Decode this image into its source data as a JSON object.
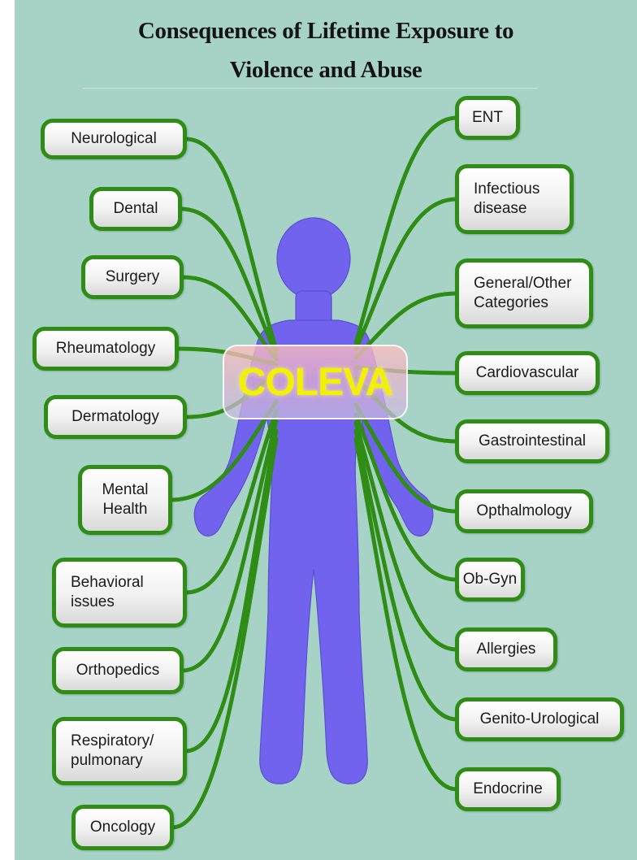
{
  "title": {
    "line1": "Consequences of Lifetime Exposure to",
    "line2": "Violence and Abuse"
  },
  "center_label": "COLEVA",
  "colors": {
    "background": "#a6d3c6",
    "connector": "#2f8d16",
    "figure": "#7163ee",
    "center_text": "#f2f200"
  },
  "left_categories": [
    {
      "label": "Neurological"
    },
    {
      "label": "Dental"
    },
    {
      "label": "Surgery"
    },
    {
      "label": "Rheumatology"
    },
    {
      "label": "Dermatology"
    },
    {
      "label": "Mental\nHealth"
    },
    {
      "label": "Behavioral\nissues"
    },
    {
      "label": "Orthopedics"
    },
    {
      "label": "Respiratory/\npulmonary"
    },
    {
      "label": "Oncology"
    }
  ],
  "right_categories": [
    {
      "label": "ENT"
    },
    {
      "label": "Infectious\ndisease"
    },
    {
      "label": "General/Other\nCategories"
    },
    {
      "label": "Cardiovascular"
    },
    {
      "label": "Gastrointestinal"
    },
    {
      "label": "Opthalmology"
    },
    {
      "label": "Ob-Gyn"
    },
    {
      "label": "Allergies"
    },
    {
      "label": "Genito-Urological"
    },
    {
      "label": "Endocrine"
    }
  ]
}
